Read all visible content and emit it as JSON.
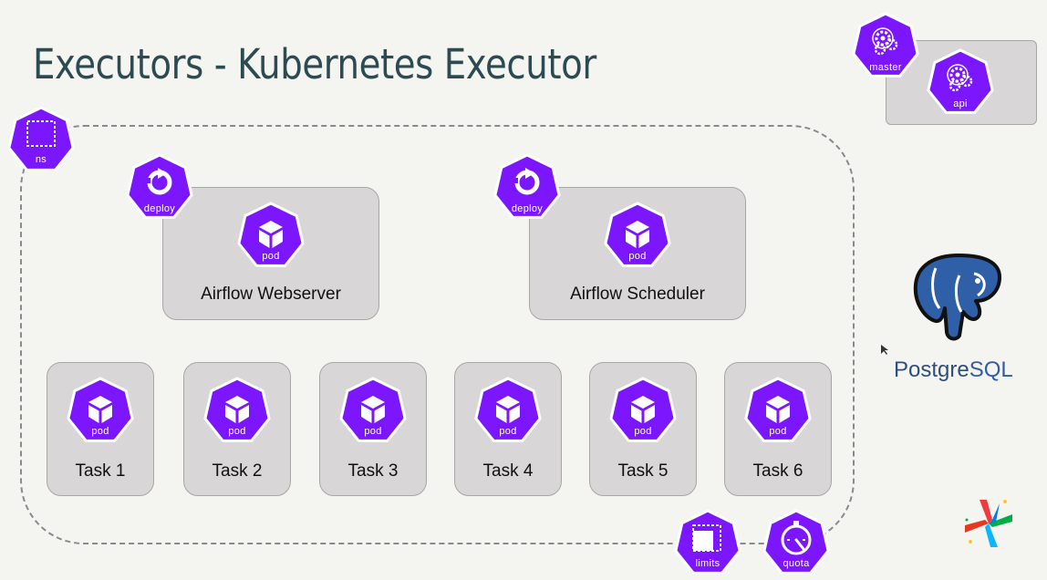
{
  "title": "Executors - Kubernetes Executor",
  "colors": {
    "k8s": "#7b16ff",
    "background": "#f4f4f1",
    "card": "#d8d6d6",
    "postgres": "#2f5fa6"
  },
  "icons": {
    "ns": "ns",
    "deploy": "deploy",
    "pod": "pod",
    "master": "master",
    "api": "api",
    "limits": "limits",
    "quota": "quota"
  },
  "services": [
    {
      "name": "Airflow Webserver"
    },
    {
      "name": "Airflow Scheduler"
    }
  ],
  "tasks": [
    {
      "name": "Task 1"
    },
    {
      "name": "Task 2"
    },
    {
      "name": "Task 3"
    },
    {
      "name": "Task 4"
    },
    {
      "name": "Task 5"
    },
    {
      "name": "Task 6"
    }
  ],
  "postgres": {
    "part1": "Postgre",
    "part2": "SQL"
  }
}
